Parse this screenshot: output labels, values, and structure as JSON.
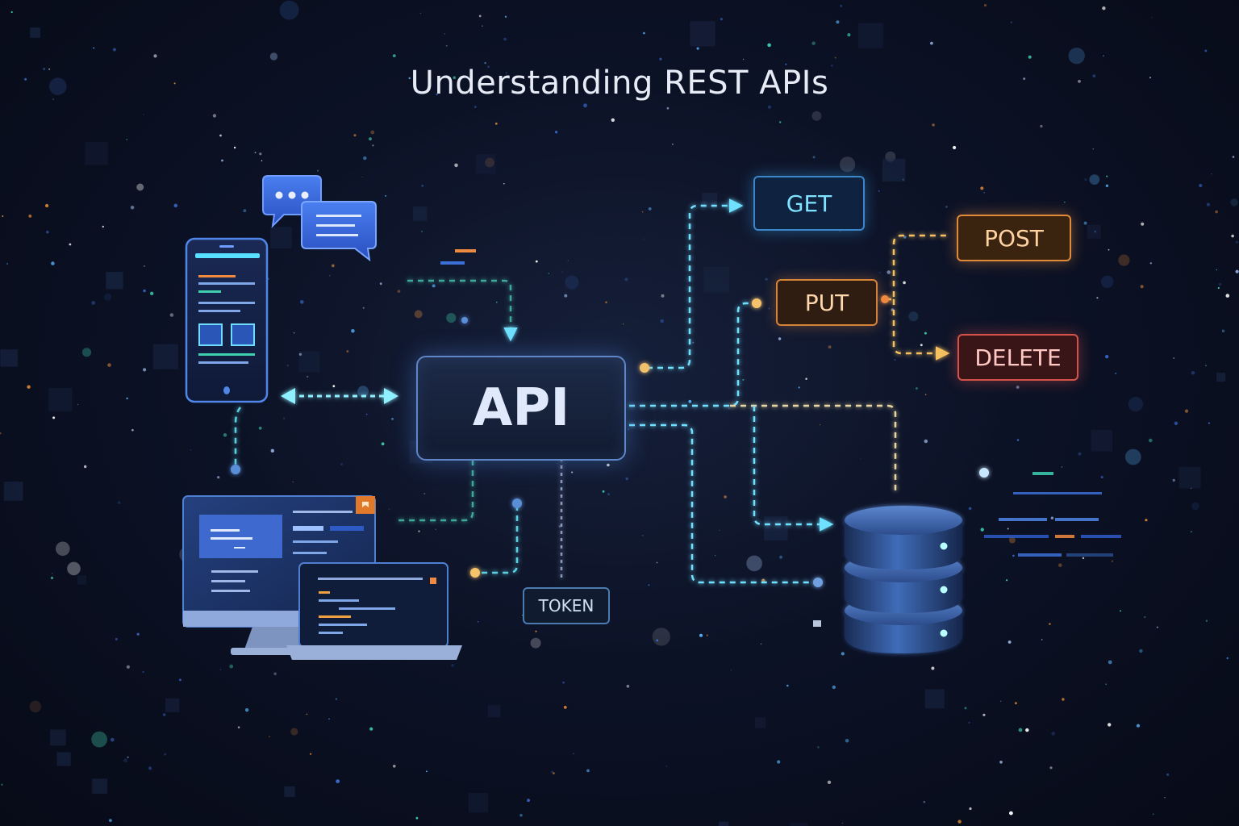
{
  "title": "Understanding REST APIs",
  "api": {
    "label": "API"
  },
  "methods": {
    "get": "GET",
    "post": "POST",
    "put": "PUT",
    "delete": "DELETE"
  },
  "token": "TOKEN",
  "colors": {
    "cyan": "#6fe0ff",
    "orange": "#f0a040",
    "red": "#e05a50",
    "blue": "#3d6fd8"
  },
  "icons": {
    "client_phone": "smartphone-icon",
    "chat": "chat-bubbles-icon",
    "desktop": "desktop-monitor-icon",
    "laptop": "laptop-icon",
    "database": "database-icon"
  }
}
